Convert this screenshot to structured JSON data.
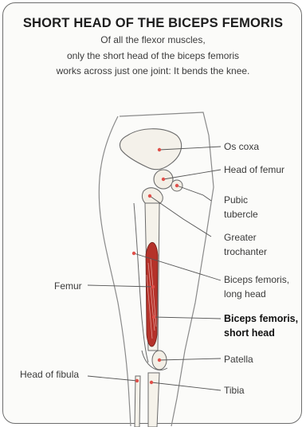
{
  "title": "SHORT HEAD OF THE BICEPS FEMORIS",
  "subtitle_lines": [
    "Of all the flexor muscles,",
    "only the short head of the biceps femoris",
    "works across just one joint: It bends the knee."
  ],
  "labels": {
    "os_coxa": "Os coxa",
    "head_of_femur": "Head of femur",
    "pubic_tubercle_1": "Pubic",
    "pubic_tubercle_2": "tubercle",
    "greater_trochanter_1": "Greater",
    "greater_trochanter_2": "trochanter",
    "biceps_long_1": "Biceps femoris,",
    "biceps_long_2": "long head",
    "biceps_short_1": "Biceps femoris,",
    "biceps_short_2": "short head",
    "patella": "Patella",
    "tibia": "Tibia",
    "femur": "Femur",
    "head_of_fibula": "Head of fibula"
  },
  "colors": {
    "border": "#6d6d6d",
    "muscle": "#b5322a",
    "leader": "#555555",
    "marker": "#e0504a"
  }
}
